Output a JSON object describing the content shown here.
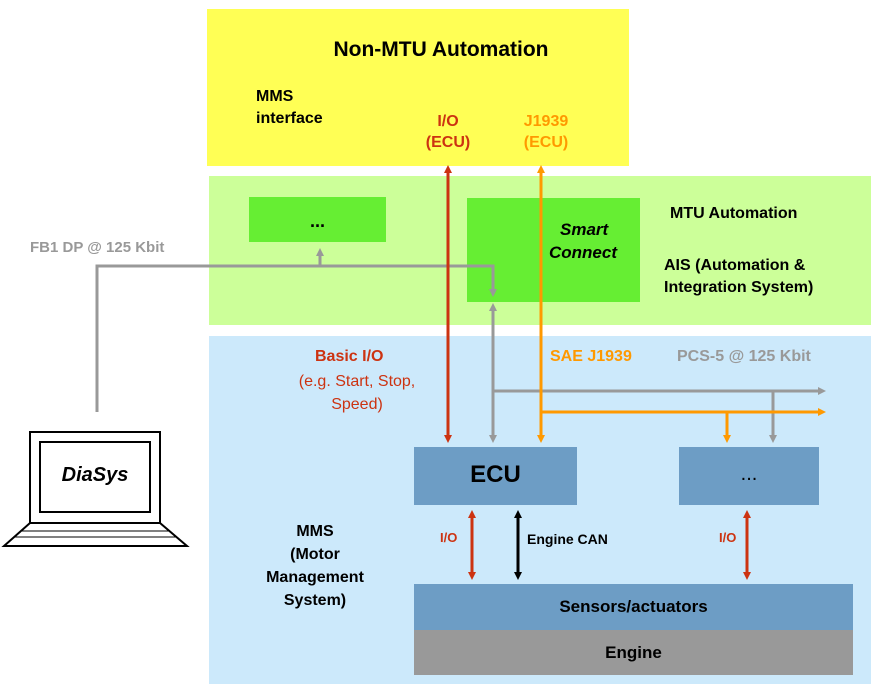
{
  "non_mtu": {
    "title": "Non-MTU Automation",
    "mms_interface_line1": "MMS",
    "mms_interface_line2": "interface",
    "io_line1": "I/O",
    "io_line2": "(ECU)",
    "j1939_line1": "J1939",
    "j1939_line2": "(ECU)"
  },
  "mtu_automation": {
    "dots_box": "...",
    "smart_line1": "Smart",
    "smart_line2": "Connect",
    "title": "MTU Automation",
    "ais_line1": "AIS (Automation &",
    "ais_line2": "Integration System)"
  },
  "fb1_label": "FB1 DP @ 125 Kbit",
  "laptop_label": "DiaSys",
  "mms": {
    "basic_io": "Basic I/O",
    "basic_io_sub1": "(e.g. Start, Stop,",
    "basic_io_sub2": "Speed)",
    "sae_j1939": "SAE J1939",
    "pcs5": "PCS-5 @ 125 Kbit",
    "ecu": "ECU",
    "dots_box": "...",
    "io_left": "I/O",
    "engine_can": "Engine CAN",
    "io_right": "I/O",
    "mms_line1": "MMS",
    "mms_line2": "(Motor",
    "mms_line3": "Management",
    "mms_line4": "System)",
    "sensors": "Sensors/actuators",
    "engine": "Engine"
  },
  "colors": {
    "yellow": "#ffff55",
    "light_green": "#ccff99",
    "green": "#66ee33",
    "light_blue": "#cce9fb",
    "steel_blue": "#6d9dc5",
    "gray": "#999999",
    "red": "#cc3311",
    "orange": "#ff9900"
  }
}
